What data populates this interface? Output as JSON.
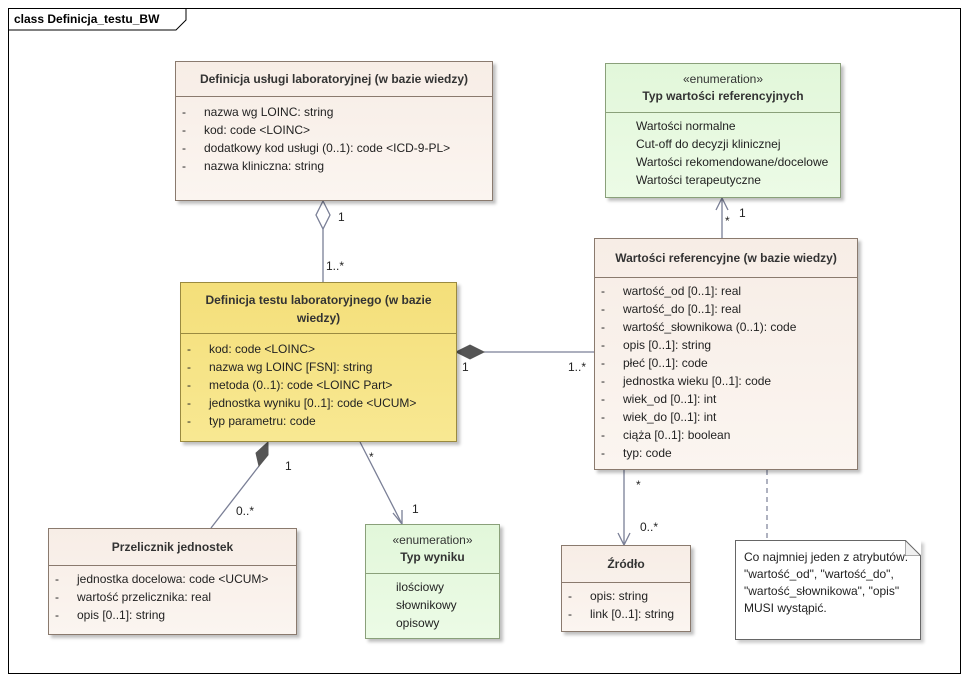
{
  "diagram": {
    "title": "class Definicja_testu_BW",
    "classes": [
      {
        "id": "usluga",
        "name": "Definicja usługi laboratoryjnej (w bazie wiedzy)",
        "attributes": [
          {
            "vis": "-",
            "text": "nazwa wg LOINC: string"
          },
          {
            "vis": "-",
            "text": "kod: code <LOINC>"
          },
          {
            "vis": "-",
            "text": "dodatkowy kod usługi (0..1): code <ICD-9-PL>"
          },
          {
            "vis": "-",
            "text": "nazwa kliniczna: string"
          }
        ]
      },
      {
        "id": "test",
        "name": "Definicja testu laboratoryjnego (w bazie wiedzy)",
        "attributes": [
          {
            "vis": "-",
            "text": "kod: code <LOINC>"
          },
          {
            "vis": "-",
            "text": "nazwa wg LOINC [FSN]: string"
          },
          {
            "vis": "-",
            "text": "metoda (0..1): code <LOINC Part>"
          },
          {
            "vis": "-",
            "text": "jednostka wyniku [0..1]: code <UCUM>"
          },
          {
            "vis": "-",
            "text": "typ parametru: code"
          }
        ]
      },
      {
        "id": "przelicznik",
        "name": "Przelicznik jednostek",
        "attributes": [
          {
            "vis": "-",
            "text": "jednostka docelowa: code <UCUM>"
          },
          {
            "vis": "-",
            "text": "wartość przelicznika: real"
          },
          {
            "vis": "-",
            "text": "opis [0..1]: string"
          }
        ]
      },
      {
        "id": "wartosci",
        "name": "Wartości referencyjne (w bazie wiedzy)",
        "attributes": [
          {
            "vis": "-",
            "text": "wartość_od [0..1]: real"
          },
          {
            "vis": "-",
            "text": "wartość_do [0..1]: real"
          },
          {
            "vis": "-",
            "text": "wartość_słownikowa (0..1): code"
          },
          {
            "vis": "-",
            "text": "opis [0..1]: string"
          },
          {
            "vis": "-",
            "text": "płeć [0..1]: code"
          },
          {
            "vis": "-",
            "text": "jednostka wieku [0..1]: code"
          },
          {
            "vis": "-",
            "text": "wiek_od [0..1]: int"
          },
          {
            "vis": "-",
            "text": "wiek_do [0..1]: int"
          },
          {
            "vis": "-",
            "text": "ciąża [0..1]: boolean"
          },
          {
            "vis": "-",
            "text": "typ: code"
          }
        ]
      },
      {
        "id": "zrodlo",
        "name": "Źródło",
        "attributes": [
          {
            "vis": "-",
            "text": "opis: string"
          },
          {
            "vis": "-",
            "text": "link [0..1]: string"
          }
        ]
      }
    ],
    "enumerations": [
      {
        "id": "typ_wart",
        "stereotype": "«enumeration»",
        "name": "Typ wartości referencyjnych",
        "literals": [
          "Wartości normalne",
          "Cut-off do decyzji klinicznej",
          "Wartości rekomendowane/docelowe",
          "Wartości terapeutyczne"
        ]
      },
      {
        "id": "typ_wyn",
        "stereotype": "«enumeration»",
        "name": "Typ wyniku",
        "literals": [
          "ilościowy",
          "słownikowy",
          "opisowy"
        ]
      }
    ],
    "multiplicities": {
      "usluga_end": "1",
      "test_agg_end": "1..*",
      "test_comp_wart": "1",
      "wart_comp_end": "1..*",
      "wart_to_enum_src": "*",
      "enum_typ_wart_end": "1",
      "test_comp_przel": "1",
      "przel_end": "0..*",
      "test_to_wyn_src": "*",
      "typ_wyn_end": "1",
      "wart_to_zrodlo_src": "*",
      "zrodlo_end": "0..*"
    },
    "note": {
      "lines": [
        "Co najmniej jeden z atrybutów:",
        "\"wartość_od\", \"wartość_do\",",
        "\"wartość_słownikowa\", \"opis\"",
        "MUSI wystąpić."
      ]
    }
  }
}
